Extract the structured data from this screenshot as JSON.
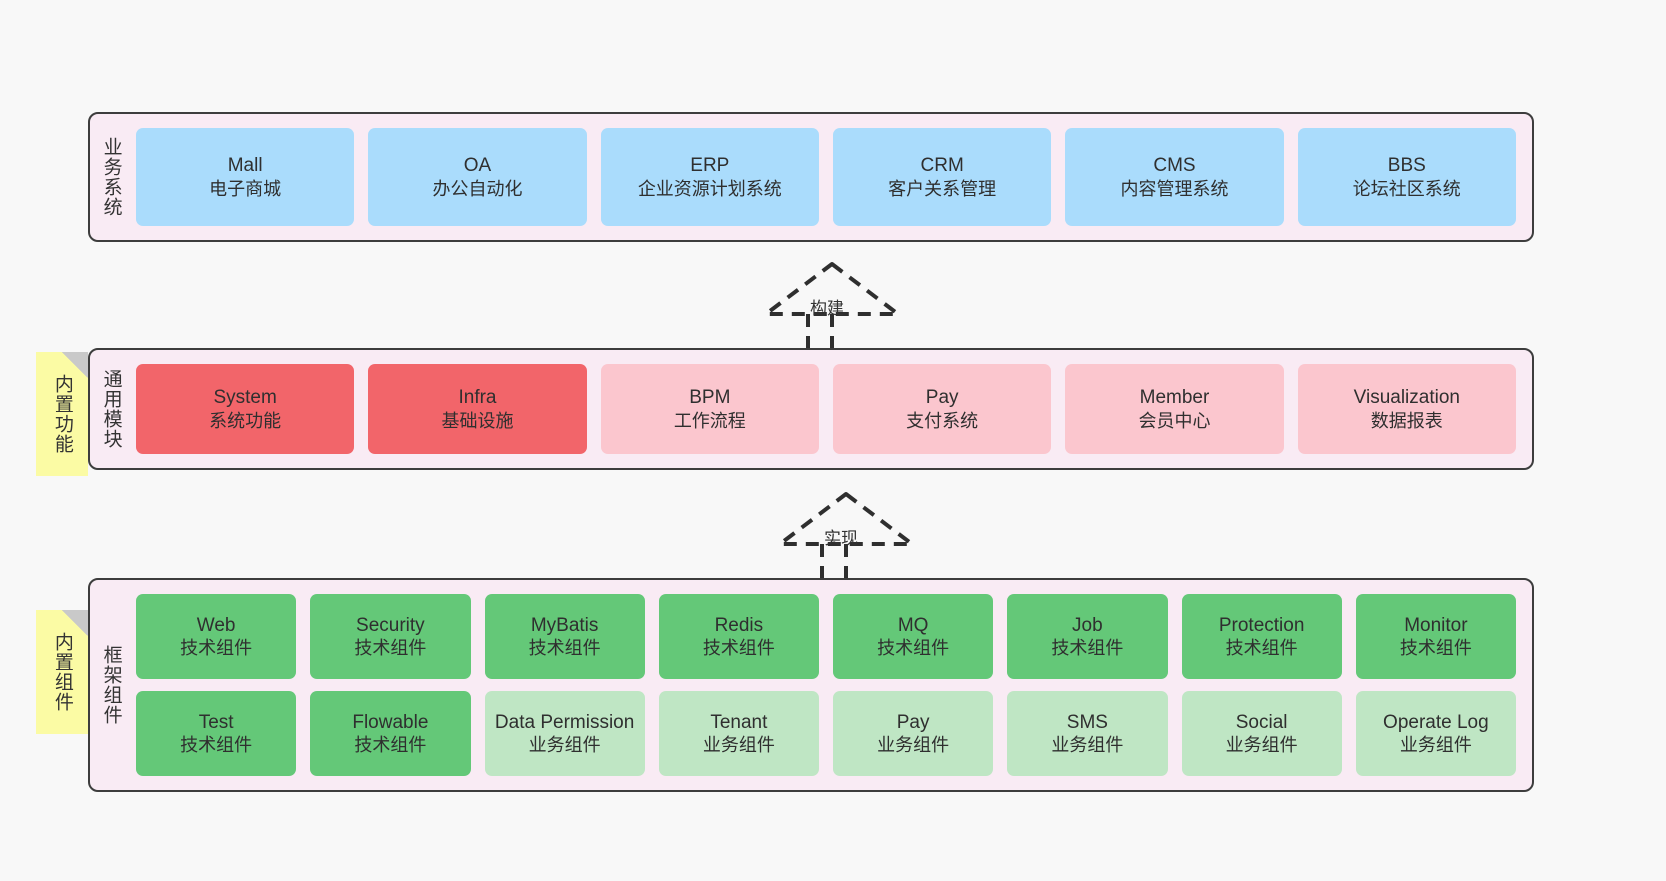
{
  "diagram": {
    "background_color": "#f8f8f8",
    "container_fill": "#f9ebf4",
    "container_border": "#3d3d3d"
  },
  "layers": [
    {
      "label": "业务系统",
      "rows": [
        [
          {
            "title": "Mall",
            "sub": "电子商城",
            "color": "#aadcfc"
          },
          {
            "title": "OA",
            "sub": "办公自动化",
            "color": "#aadcfc"
          },
          {
            "title": "ERP",
            "sub": "企业资源计划系统",
            "color": "#aadcfc"
          },
          {
            "title": "CRM",
            "sub": "客户关系管理",
            "color": "#aadcfc"
          },
          {
            "title": "CMS",
            "sub": "内容管理系统",
            "color": "#aadcfc"
          },
          {
            "title": "BBS",
            "sub": "论坛社区系统",
            "color": "#aadcfc"
          }
        ]
      ]
    },
    {
      "label": "通用模块",
      "sticky": "内置功能",
      "rows": [
        [
          {
            "title": "System",
            "sub": "系统功能",
            "color": "#f2656a"
          },
          {
            "title": "Infra",
            "sub": "基础设施",
            "color": "#f2656a"
          },
          {
            "title": "BPM",
            "sub": "工作流程",
            "color": "#fbc6ce"
          },
          {
            "title": "Pay",
            "sub": "支付系统",
            "color": "#fbc6ce"
          },
          {
            "title": "Member",
            "sub": "会员中心",
            "color": "#fbc6ce"
          },
          {
            "title": "Visualization",
            "sub": "数据报表",
            "color": "#fbc6ce"
          }
        ]
      ]
    },
    {
      "label": "框架组件",
      "sticky": "内置组件",
      "rows": [
        [
          {
            "title": "Web",
            "sub": "技术组件",
            "color": "#64c878"
          },
          {
            "title": "Security",
            "sub": "技术组件",
            "color": "#64c878"
          },
          {
            "title": "MyBatis",
            "sub": "技术组件",
            "color": "#64c878"
          },
          {
            "title": "Redis",
            "sub": "技术组件",
            "color": "#64c878"
          },
          {
            "title": "MQ",
            "sub": "技术组件",
            "color": "#64c878"
          },
          {
            "title": "Job",
            "sub": "技术组件",
            "color": "#64c878"
          },
          {
            "title": "Protection",
            "sub": "技术组件",
            "color": "#64c878"
          },
          {
            "title": "Monitor",
            "sub": "技术组件",
            "color": "#64c878"
          }
        ],
        [
          {
            "title": "Test",
            "sub": "技术组件",
            "color": "#64c878"
          },
          {
            "title": "Flowable",
            "sub": "技术组件",
            "color": "#64c878"
          },
          {
            "title": "Data Permission",
            "sub": "业务组件",
            "color": "#bfe6c4"
          },
          {
            "title": "Tenant",
            "sub": "业务组件",
            "color": "#bfe6c4"
          },
          {
            "title": "Pay",
            "sub": "业务组件",
            "color": "#bfe6c4"
          },
          {
            "title": "SMS",
            "sub": "业务组件",
            "color": "#bfe6c4"
          },
          {
            "title": "Social",
            "sub": "业务组件",
            "color": "#bfe6c4"
          },
          {
            "title": "Operate Log",
            "sub": "业务组件",
            "color": "#bfe6c4"
          }
        ]
      ]
    }
  ],
  "connectors": [
    {
      "label": "构建"
    },
    {
      "label": "实现"
    }
  ]
}
